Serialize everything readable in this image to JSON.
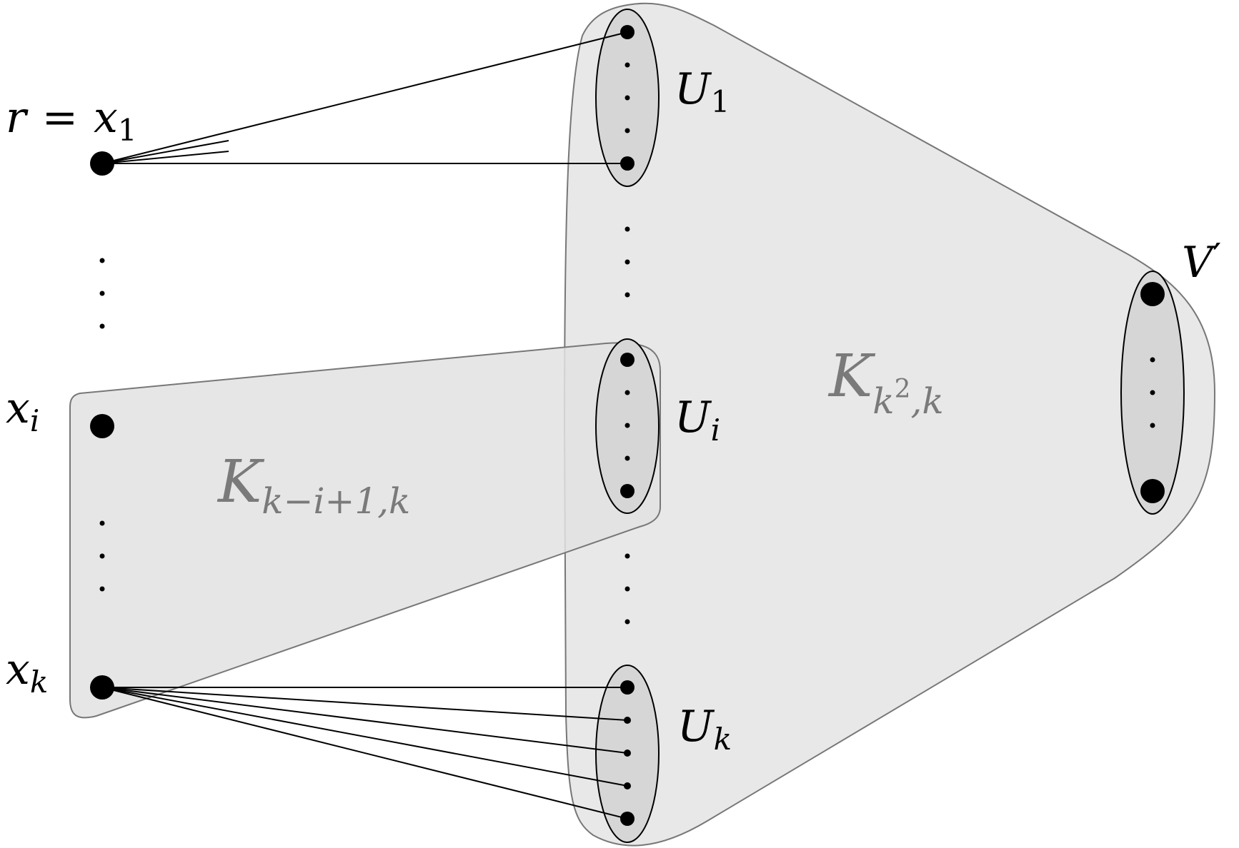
{
  "labels": {
    "r": "r",
    "eq": "=",
    "x": "x",
    "sub1": "1",
    "sub_i": "i",
    "sub_k": "k",
    "U": "U",
    "V": "V",
    "prime": "′",
    "K": "K",
    "k_minus_i_plus_1": "k−i+1",
    "comma_k": ",k",
    "k2_base": "k",
    "k2_exp": "2",
    "dots": "⋮"
  },
  "colors": {
    "region_fill": "#e8e8e8",
    "region_stroke": "#777777",
    "inner_fill": "#d6d6d6",
    "stroke": "#000000",
    "label_gray": "#7a7a7a"
  }
}
